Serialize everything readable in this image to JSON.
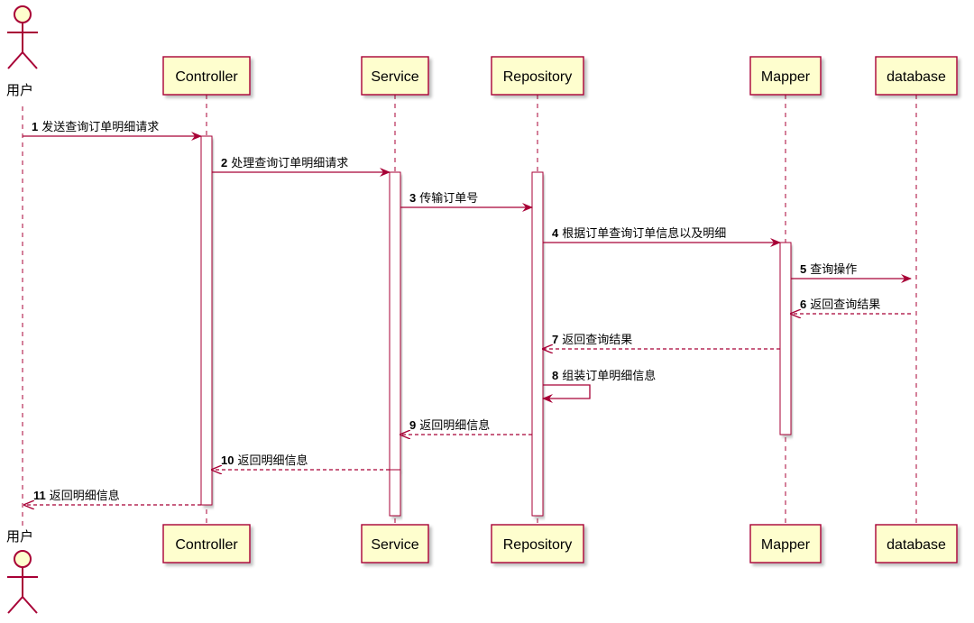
{
  "diagram": {
    "type": "sequence",
    "colors": {
      "line": "#A80036",
      "box_fill": "#FEFECE",
      "activation_fill": "#FFFFFF",
      "text": "#000000",
      "shadow": "#C0C0C0"
    },
    "actor": {
      "name": "用户",
      "icon": "stick-figure-icon"
    },
    "participants": [
      {
        "id": "controller",
        "label": "Controller"
      },
      {
        "id": "service",
        "label": "Service"
      },
      {
        "id": "repository",
        "label": "Repository"
      },
      {
        "id": "mapper",
        "label": "Mapper"
      },
      {
        "id": "database",
        "label": "database"
      }
    ],
    "messages": [
      {
        "num": "1",
        "text": "发送查询订单明细请求",
        "from": "user",
        "to": "controller",
        "style": "solid"
      },
      {
        "num": "2",
        "text": "处理查询订单明细请求",
        "from": "controller",
        "to": "service",
        "style": "solid"
      },
      {
        "num": "3",
        "text": "传输订单号",
        "from": "service",
        "to": "repository",
        "style": "solid"
      },
      {
        "num": "4",
        "text": "根据订单查询订单信息以及明细",
        "from": "repository",
        "to": "mapper",
        "style": "solid"
      },
      {
        "num": "5",
        "text": "查询操作",
        "from": "mapper",
        "to": "database",
        "style": "solid"
      },
      {
        "num": "6",
        "text": "返回查询结果",
        "from": "database",
        "to": "mapper",
        "style": "dashed"
      },
      {
        "num": "7",
        "text": "返回查询结果",
        "from": "mapper",
        "to": "repository",
        "style": "dashed"
      },
      {
        "num": "8",
        "text": "组装订单明细信息",
        "from": "repository",
        "to": "repository",
        "style": "self"
      },
      {
        "num": "9",
        "text": "返回明细信息",
        "from": "repository",
        "to": "service",
        "style": "dashed"
      },
      {
        "num": "10",
        "text": "返回明细信息",
        "from": "service",
        "to": "controller",
        "style": "dashed"
      },
      {
        "num": "11",
        "text": "返回明细信息",
        "from": "controller",
        "to": "user",
        "style": "dashed"
      }
    ]
  }
}
